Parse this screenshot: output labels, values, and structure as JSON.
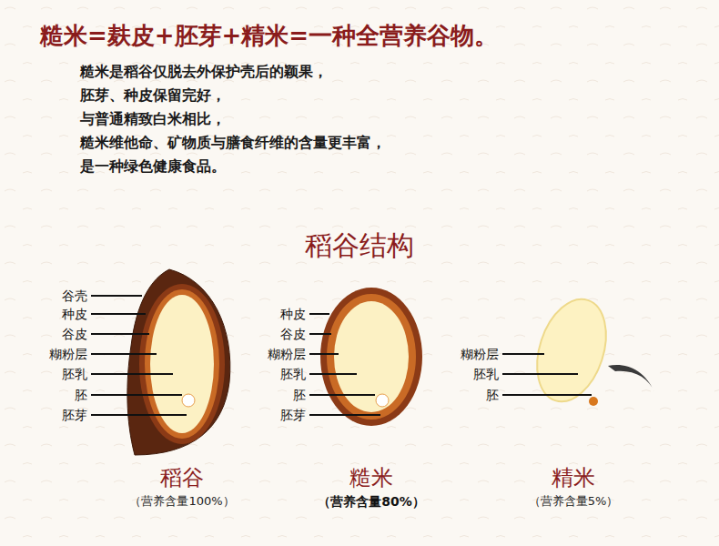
{
  "diagram": {
    "title": "糙米=麸皮+胚芽+精米=一种全营养谷物。",
    "labels": [
      "糙米是稻谷仅脱去外保护壳后的颖果，",
      "胚芽、种皮保留完好，",
      "与普通精致白米相比，",
      "糙米维他命、矿物质与膳食纤维的含量更丰富，",
      "是一种绿色健康食品。",
      "稻谷结构",
      "谷壳",
      "种皮",
      "谷皮",
      "糊粉层",
      "胚乳",
      "胚",
      "胚芽",
      "种皮",
      "谷皮",
      "糊粉层",
      "胚乳",
      "胚",
      "胚芽",
      "糊粉层",
      "胚乳",
      "胚",
      "稻谷",
      "（营养含量100%）",
      "糙米",
      "（营养含量80%）",
      "精米",
      "（营养含量5%）"
    ]
  }
}
